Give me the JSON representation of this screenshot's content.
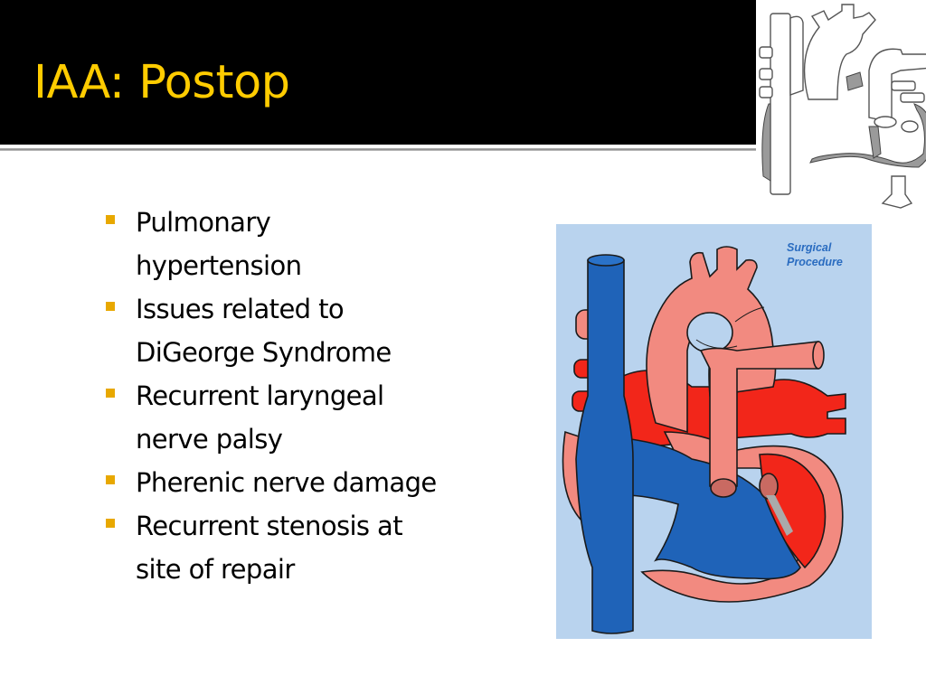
{
  "slide": {
    "title": "IAA: Postop",
    "colors": {
      "header_bg": "#000000",
      "title": "#FFCC00",
      "bullet": "#E8A800",
      "body_text": "#000000",
      "diagram_bg": "#B9D3EE",
      "venous_blue": "#1F63B8",
      "arterial_pink": "#F28A80",
      "arterial_red": "#F2261A"
    },
    "bullets": [
      {
        "line1": "Pulmonary",
        "line2": "hypertension"
      },
      {
        "line1": "Issues related to",
        "line2": "DiGeorge Syndrome"
      },
      {
        "line1": "Recurrent laryngeal",
        "line2": "nerve palsy"
      },
      {
        "line1": "Pherenic nerve damage",
        "line2": ""
      },
      {
        "line1": "Recurrent stenosis at",
        "line2": "site of repair"
      }
    ],
    "corner_image": {
      "icon": "heart-outline-diagram-icon"
    },
    "main_image": {
      "icon": "heart-surgical-diagram-icon",
      "label_line1": "Surgical",
      "label_line2": "Procedure"
    }
  }
}
